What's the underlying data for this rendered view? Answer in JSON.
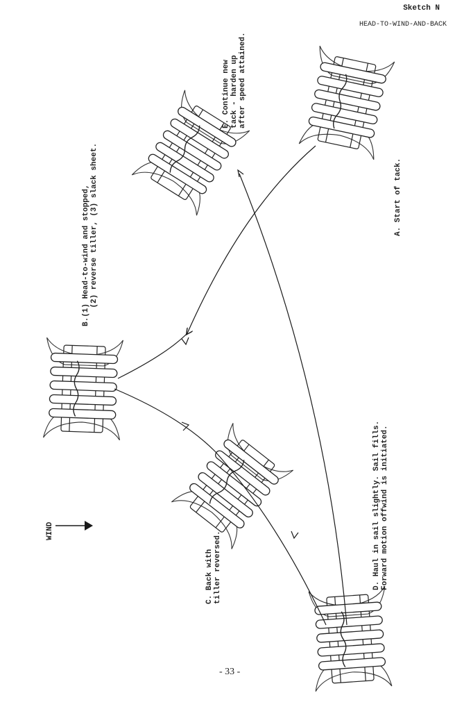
{
  "header": {
    "sketch_number": "Sketch N",
    "title": "HEAD-TO-WIND-AND-BACK"
  },
  "labels": {
    "a": "A. Start of tack.",
    "b_line1": "B.(1) Head-to-wind and stopped,",
    "b_line2": "    (2) reverse tiller, (3) slack sheet.",
    "c_line1": "C. Back with",
    "c_line2": "tiller reversed.",
    "d_line1": "D. Haul in sail slightly. Sail fills.",
    "d_line2": "Forward motion offwind is initiated.",
    "e_line1": "E. Continue new",
    "e_line2": "tack - harden up",
    "e_line3": "after speed attained.",
    "wind": "WIND"
  },
  "footer": {
    "page_number": "- 33 -"
  }
}
